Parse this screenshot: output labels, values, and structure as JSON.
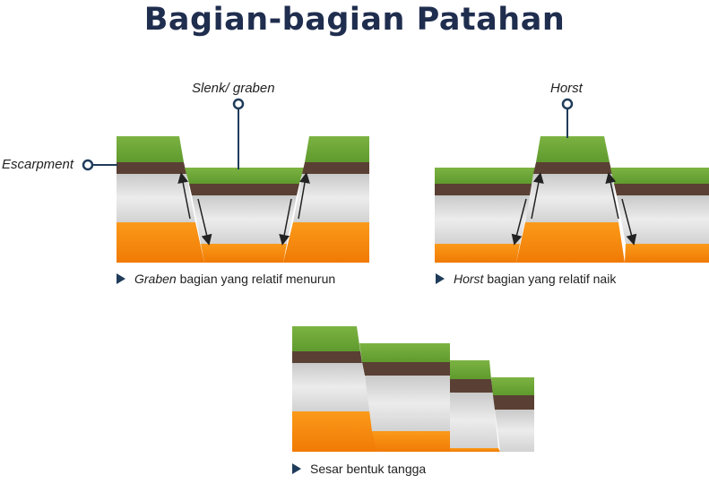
{
  "title": "Bagian-bagian Patahan",
  "labels": {
    "escarpment": "Escarpment",
    "graben": "Slenk/ graben",
    "horst": "Horst"
  },
  "captions": {
    "graben": {
      "term": "Graben",
      "rest": " bagian yang relatif menurun"
    },
    "horst": {
      "term": "Horst",
      "rest": " bagian yang relatif naik"
    },
    "step": {
      "text": "Sesar bentuk tangga"
    }
  },
  "colors": {
    "grass": "#6aa436",
    "soil": "#5a4034",
    "rock": "#dcdcdc",
    "magma": "#f58a10",
    "accent": "#1f3c5a",
    "title": "#1f2d4e"
  }
}
